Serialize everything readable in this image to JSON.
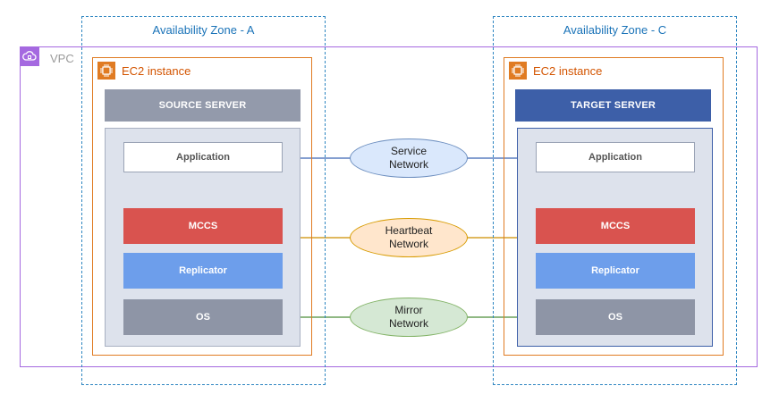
{
  "zones": {
    "a": {
      "label": "Availability Zone - A"
    },
    "c": {
      "label": "Availability Zone - C"
    }
  },
  "vpc": {
    "label": "VPC"
  },
  "left": {
    "ec2_label": "EC2 instance",
    "server_label": "SOURCE SERVER",
    "layers": {
      "application": "Application",
      "mccs": "MCCS",
      "replicator": "Replicator",
      "os": "OS"
    }
  },
  "right": {
    "ec2_label": "EC2 instance",
    "server_label": "TARGET SERVER",
    "layers": {
      "application": "Application",
      "mccs": "MCCS",
      "replicator": "Replicator",
      "os": "OS"
    }
  },
  "networks": {
    "service": {
      "line1": "Service",
      "line2": "Network",
      "line_color": "#5b7fc0",
      "fill": "#dae8fc",
      "border": "#6c8ebf"
    },
    "heartbeat": {
      "line1": "Heartbeat",
      "line2": "Network",
      "line_color": "#d6a028",
      "fill": "#ffe6cc",
      "border": "#d79b00"
    },
    "mirror": {
      "line1": "Mirror",
      "line2": "Network",
      "line_color": "#6aa05a",
      "fill": "#d5e8d4",
      "border": "#82b366"
    }
  },
  "colors": {
    "source_server_bar": "#939aab",
    "target_server_bar": "#3d5fa8",
    "zone_border": "#2e86c1",
    "vpc_border": "#a569e0",
    "ec2_border": "#e07b22"
  }
}
